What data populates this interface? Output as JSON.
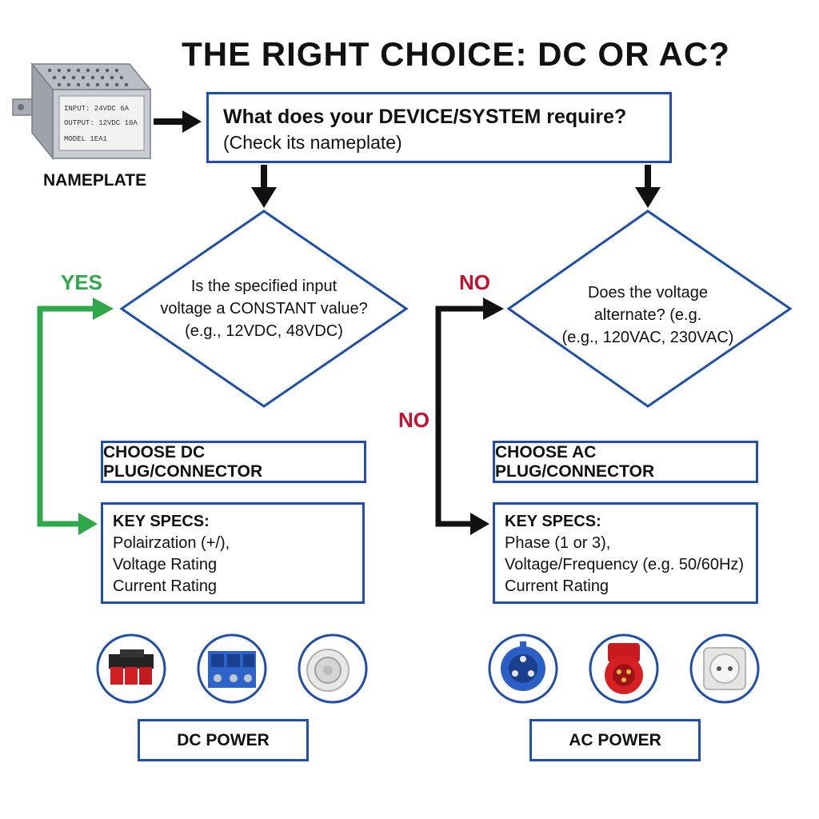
{
  "title": "THE RIGHT CHOICE: DC OR AC?",
  "nameplate": {
    "label": "NAMEPLATE",
    "plate_lines": [
      "INPUT: 24VDC 6A",
      "OUTPUT: 12VDC 10A",
      "MODEL 1EA1"
    ]
  },
  "question": {
    "line1": "What does your DEVICE/SYSTEM require?",
    "line2": "(Check its nameplate)"
  },
  "dc_decision": {
    "lines": [
      "Is the specified input",
      "voltage a CONSTANT value?",
      "(e.g., 12VDC, 48VDC)"
    ]
  },
  "ac_decision": {
    "lines": [
      "Does the voltage",
      "alternate? (e.g.",
      "(e.g., 120VAC, 230VAC)"
    ]
  },
  "labels": {
    "yes": "YES",
    "no_top": "NO",
    "no_mid": "NO"
  },
  "dc": {
    "choose": "CHOOSE DC PLUG/CONNECTOR",
    "specs_head": "KEY SPECS:",
    "specs": [
      "Polairzation (+/),",
      "Voltage Rating",
      "Current Rating"
    ],
    "power": "DC POWER",
    "connectors": [
      "anderson-powerpole-connector",
      "terminal-block-connector",
      "barrel-connector"
    ]
  },
  "ac": {
    "choose": "CHOOSE AC PLUG/CONNECTOR",
    "specs_head": "KEY SPECS:",
    "specs": [
      "Phase (1 or 3),",
      "Voltage/Frequency (e.g. 50/60Hz)",
      "Current Rating"
    ],
    "power": "AC POWER",
    "connectors": [
      "blue-industrial-plug",
      "red-three-phase-plug",
      "schuko-socket"
    ]
  },
  "colors": {
    "box_border": "#1f4fa8",
    "yes": "#2fa84a",
    "no": "#c8102e",
    "arrow": "#111111"
  }
}
